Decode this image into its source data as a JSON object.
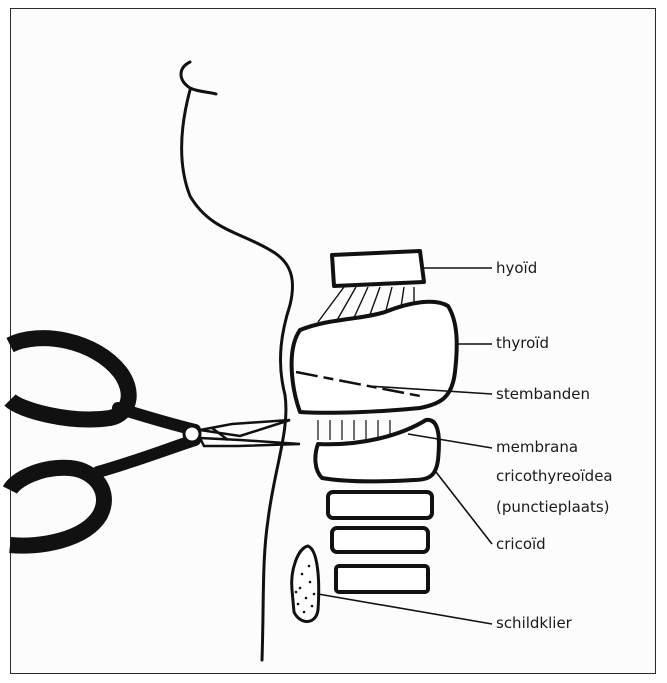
{
  "labels": {
    "hyoid": "hyoïd",
    "thyroid": "thyroïd",
    "stembanden": "stembanden",
    "membrana_line1": "membrana",
    "membrana_line2": "cricothyreoïdea",
    "membrana_line3": "(punctieplaats)",
    "cricoid": "cricoïd",
    "schildklier": "schildklier"
  }
}
